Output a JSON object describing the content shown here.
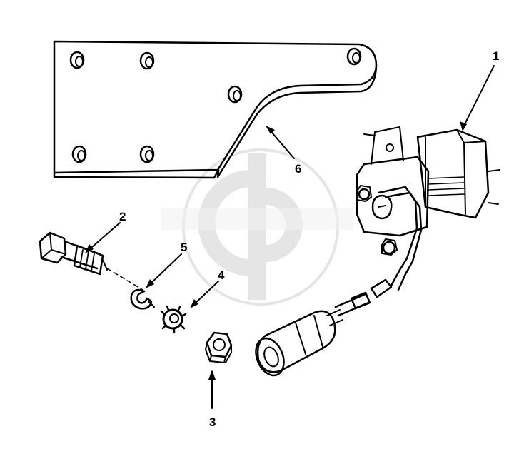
{
  "callouts": [
    {
      "label": "1",
      "part": "switch-assembly"
    },
    {
      "label": "2",
      "part": "flange-bolt"
    },
    {
      "label": "3",
      "part": "hex-nut"
    },
    {
      "label": "4",
      "part": "lock-washer"
    },
    {
      "label": "5",
      "part": "split-washer"
    },
    {
      "label": "6",
      "part": "mounting-bracket"
    }
  ],
  "colors": {
    "ink": "#000000",
    "paper": "#ffffff",
    "watermark": "#d9d9d9"
  },
  "watermark": {
    "kind": "circular-logo"
  }
}
